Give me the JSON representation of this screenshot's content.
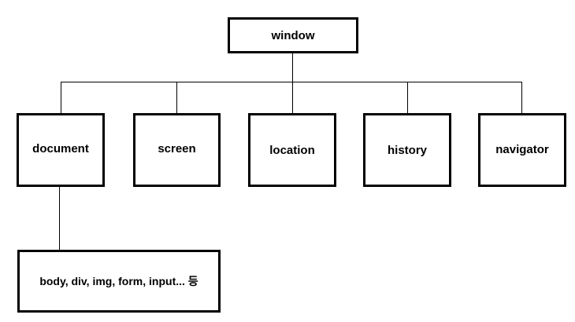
{
  "diagram": {
    "root": {
      "label": "window"
    },
    "children": [
      {
        "label": "document"
      },
      {
        "label": "screen"
      },
      {
        "label": "location"
      },
      {
        "label": "history"
      },
      {
        "label": "navigator"
      }
    ],
    "document_children": [
      {
        "label": "body, div, img, form, input... 등"
      }
    ]
  },
  "colors": {
    "background": "#ffffff",
    "stroke": "#000000",
    "text": "#000000"
  }
}
